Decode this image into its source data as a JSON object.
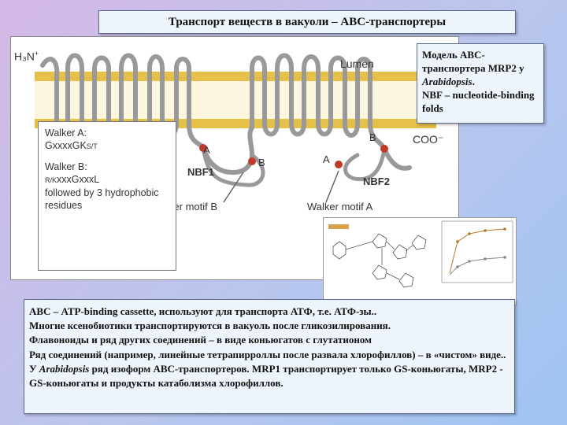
{
  "title": "Транспорт веществ в вакуоли – АВС-транспортеры",
  "diagram": {
    "nterm_label": "H₃N",
    "nterm_charge": "+",
    "lumen_label": "Lumen",
    "cterm_label": "COO⁻",
    "site_a1": "A",
    "site_b1": "B",
    "site_a2": "A",
    "site_b2": "B",
    "nbf1": "NBF1",
    "nbf2": "NBF2",
    "walker_motif_b": "Walker motif B",
    "walker_motif_a": "Walker motif A",
    "walker_box": {
      "walker_a_title": "Walker A:",
      "walker_a_seq": "GxxxxGK",
      "walker_a_sub": "S/T",
      "walker_b_title": "Walker B:",
      "walker_b_prefix": "R/K",
      "walker_b_seq": "xxxGxxxL",
      "walker_b_rest": "followed by 3 hydrophobic residues"
    }
  },
  "model_note": {
    "line1": "Модель АВС-транспортера MRP2 у",
    "italic": "Arabidopsis",
    "line2": ".",
    "line3": "NBF – nucleotide-binding folds"
  },
  "body": {
    "p1": "АВС – ATP-binding cassette, используют для транспорта АТФ, т.е. АТФ-зы..",
    "p2": "Многие ксенобиотики транспортируются в вакуоль после гликозилирования.",
    "p3": "Флавоноиды и ряд других соединений – в виде коньюгатов с глутатионом",
    "p4": "Ряд соединений (например, линейные тетрапирроллы после развала хлорофиллов) – в «чистом» виде..",
    "p5_pre": "У ",
    "p5_italic": "Arabidopsis",
    "p5_post": " ряд изоформ АВС-транспортеров. MRP1 транспортирует только GS-коньюгаты, MRP2 - GS-коньюгаты и продукты катаболизма хлорофиллов."
  },
  "colors": {
    "membrane": "#e6c14a",
    "protein": "#999999",
    "site_dot": "#c0392b"
  }
}
